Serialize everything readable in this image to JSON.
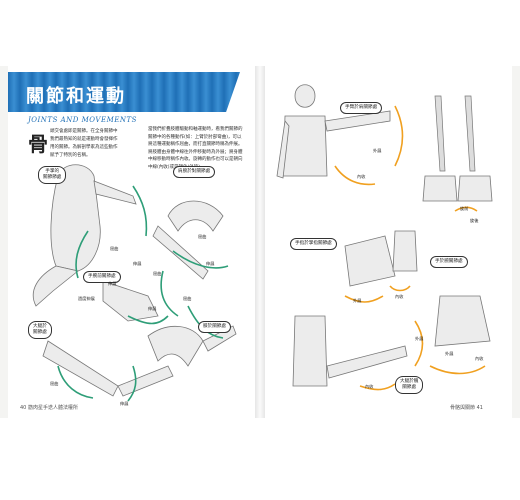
{
  "left_page": {
    "title": "關節和運動",
    "subtitle": "JOINTS AND MOVEMENTS",
    "dropcap": "骨",
    "intro": "頭交會處即是關節。在全身關節中我們最熟知的就是運動時會發揮作用的關節。為解剖學家為這些動作賦予了特別的名稱。",
    "body": "當我們折疊肢體驅動和軸運動時，看我們關節的關節中的各種動作(如：上臂於肘部彎曲)，可以將這種運動稱作屈曲，而打直關節時稱為伸展。將肢體由身體中線往外伸移動時為外展；將身體中線移動時稱作內收。旋轉的動作也可以是朝向中線(內收)或是朝外(外旋)。",
    "footer": "40  筋肉星手迭人體法權所",
    "callouts": {
      "hand_joint": "手掌的\n關節節處",
      "shoulder_joint": "肩膀於對關節處",
      "wrist_joint": "手腕前關節處",
      "hip_joint": "大腿於\n關節處",
      "knee_joint": "膝於關節處"
    },
    "labels": {
      "flexion": "屈曲",
      "extension": "伸展",
      "hyperextension": "過度伸展"
    }
  },
  "right_page": {
    "footer": "骨骼與關節  41",
    "callouts": {
      "upper_arm_shoulder": "手臂於肩關節處",
      "hand_finger": "手指於掌指關節處",
      "hand_wrist": "手於腕關節處",
      "thigh_hip": "大腿於髖\n關節處"
    },
    "labels": {
      "abduction": "外展",
      "adduction": "內收",
      "pronation": "旋前",
      "supination": "旋後"
    }
  },
  "colors": {
    "banner": "#1f6fb6",
    "arrow_green": "#2e9e78",
    "arrow_orange": "#f0a020",
    "figure_fill": "#ececec",
    "figure_line": "#777777"
  }
}
